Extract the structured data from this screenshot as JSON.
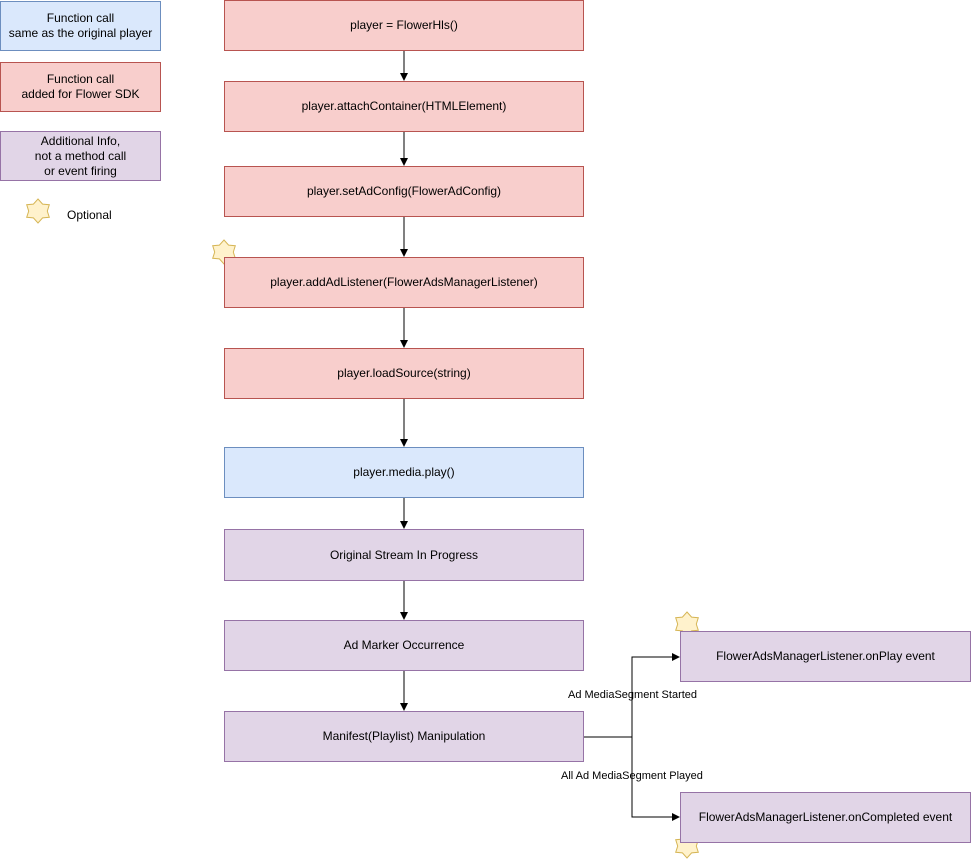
{
  "legend": {
    "same_call": "Function call\nsame as the original player",
    "added_call": "Function call\nadded for Flower SDK",
    "additional_info": "Additional Info,\nnot a method call\nor event firing",
    "optional": "Optional"
  },
  "flow": {
    "step1": "player = FlowerHls()",
    "step2": "player.attachContainer(HTMLElement)",
    "step3": "player.setAdConfig(FlowerAdConfig)",
    "step4": "player.addAdListener(FlowerAdsManagerListener)",
    "step5": "player.loadSource(string)",
    "step6": "player.media.play()",
    "step7": "Original Stream In Progress",
    "step8": "Ad Marker Occurrence",
    "step9": "Manifest(Playlist) Manipulation"
  },
  "events": {
    "on_play": "FlowerAdsManagerListener.onPlay event",
    "on_completed": "FlowerAdsManagerListener.onCompleted event"
  },
  "edge_labels": {
    "started": "Ad MediaSegment Started",
    "played": "All Ad MediaSegment Played"
  },
  "colors": {
    "blue_fill": "#dae8fc",
    "blue_stroke": "#6c8ebf",
    "red_fill": "#f8cecc",
    "red_stroke": "#b85450",
    "purple_fill": "#e1d5e7",
    "purple_stroke": "#9673a6",
    "star_fill": "#fff2cc",
    "star_stroke": "#d6b656"
  }
}
